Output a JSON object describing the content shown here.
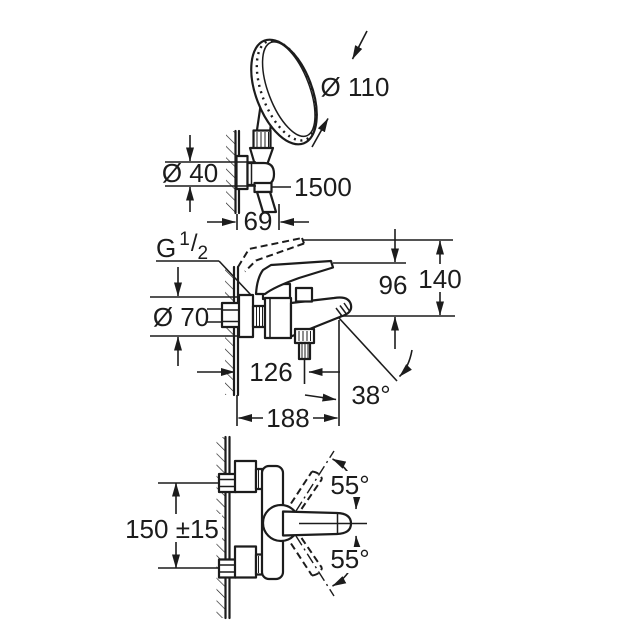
{
  "colors": {
    "background": "#ffffff",
    "line": "#1c1c1c"
  },
  "views": {
    "hand_shower_set": {
      "dims": {
        "head_diameter": "Ø 110",
        "holder_diameter": "Ø 40",
        "hose_length": "1500",
        "holder_projection": "69"
      }
    },
    "mixer_side": {
      "dims": {
        "thread": {
          "prefix": "G",
          "numerator": "1",
          "slash": "/",
          "denominator": "2"
        },
        "escutcheon_diameter": "Ø 70",
        "lever_height": "96",
        "lever_open_height": "140",
        "shower_outlet_offset": "126",
        "spout_projection": "188",
        "spray_angle": "38°"
      }
    },
    "mixer_top": {
      "dims": {
        "lever_swing_up": "55°",
        "lever_swing_down": "55°",
        "connection_centers": "150 ±15"
      }
    }
  }
}
